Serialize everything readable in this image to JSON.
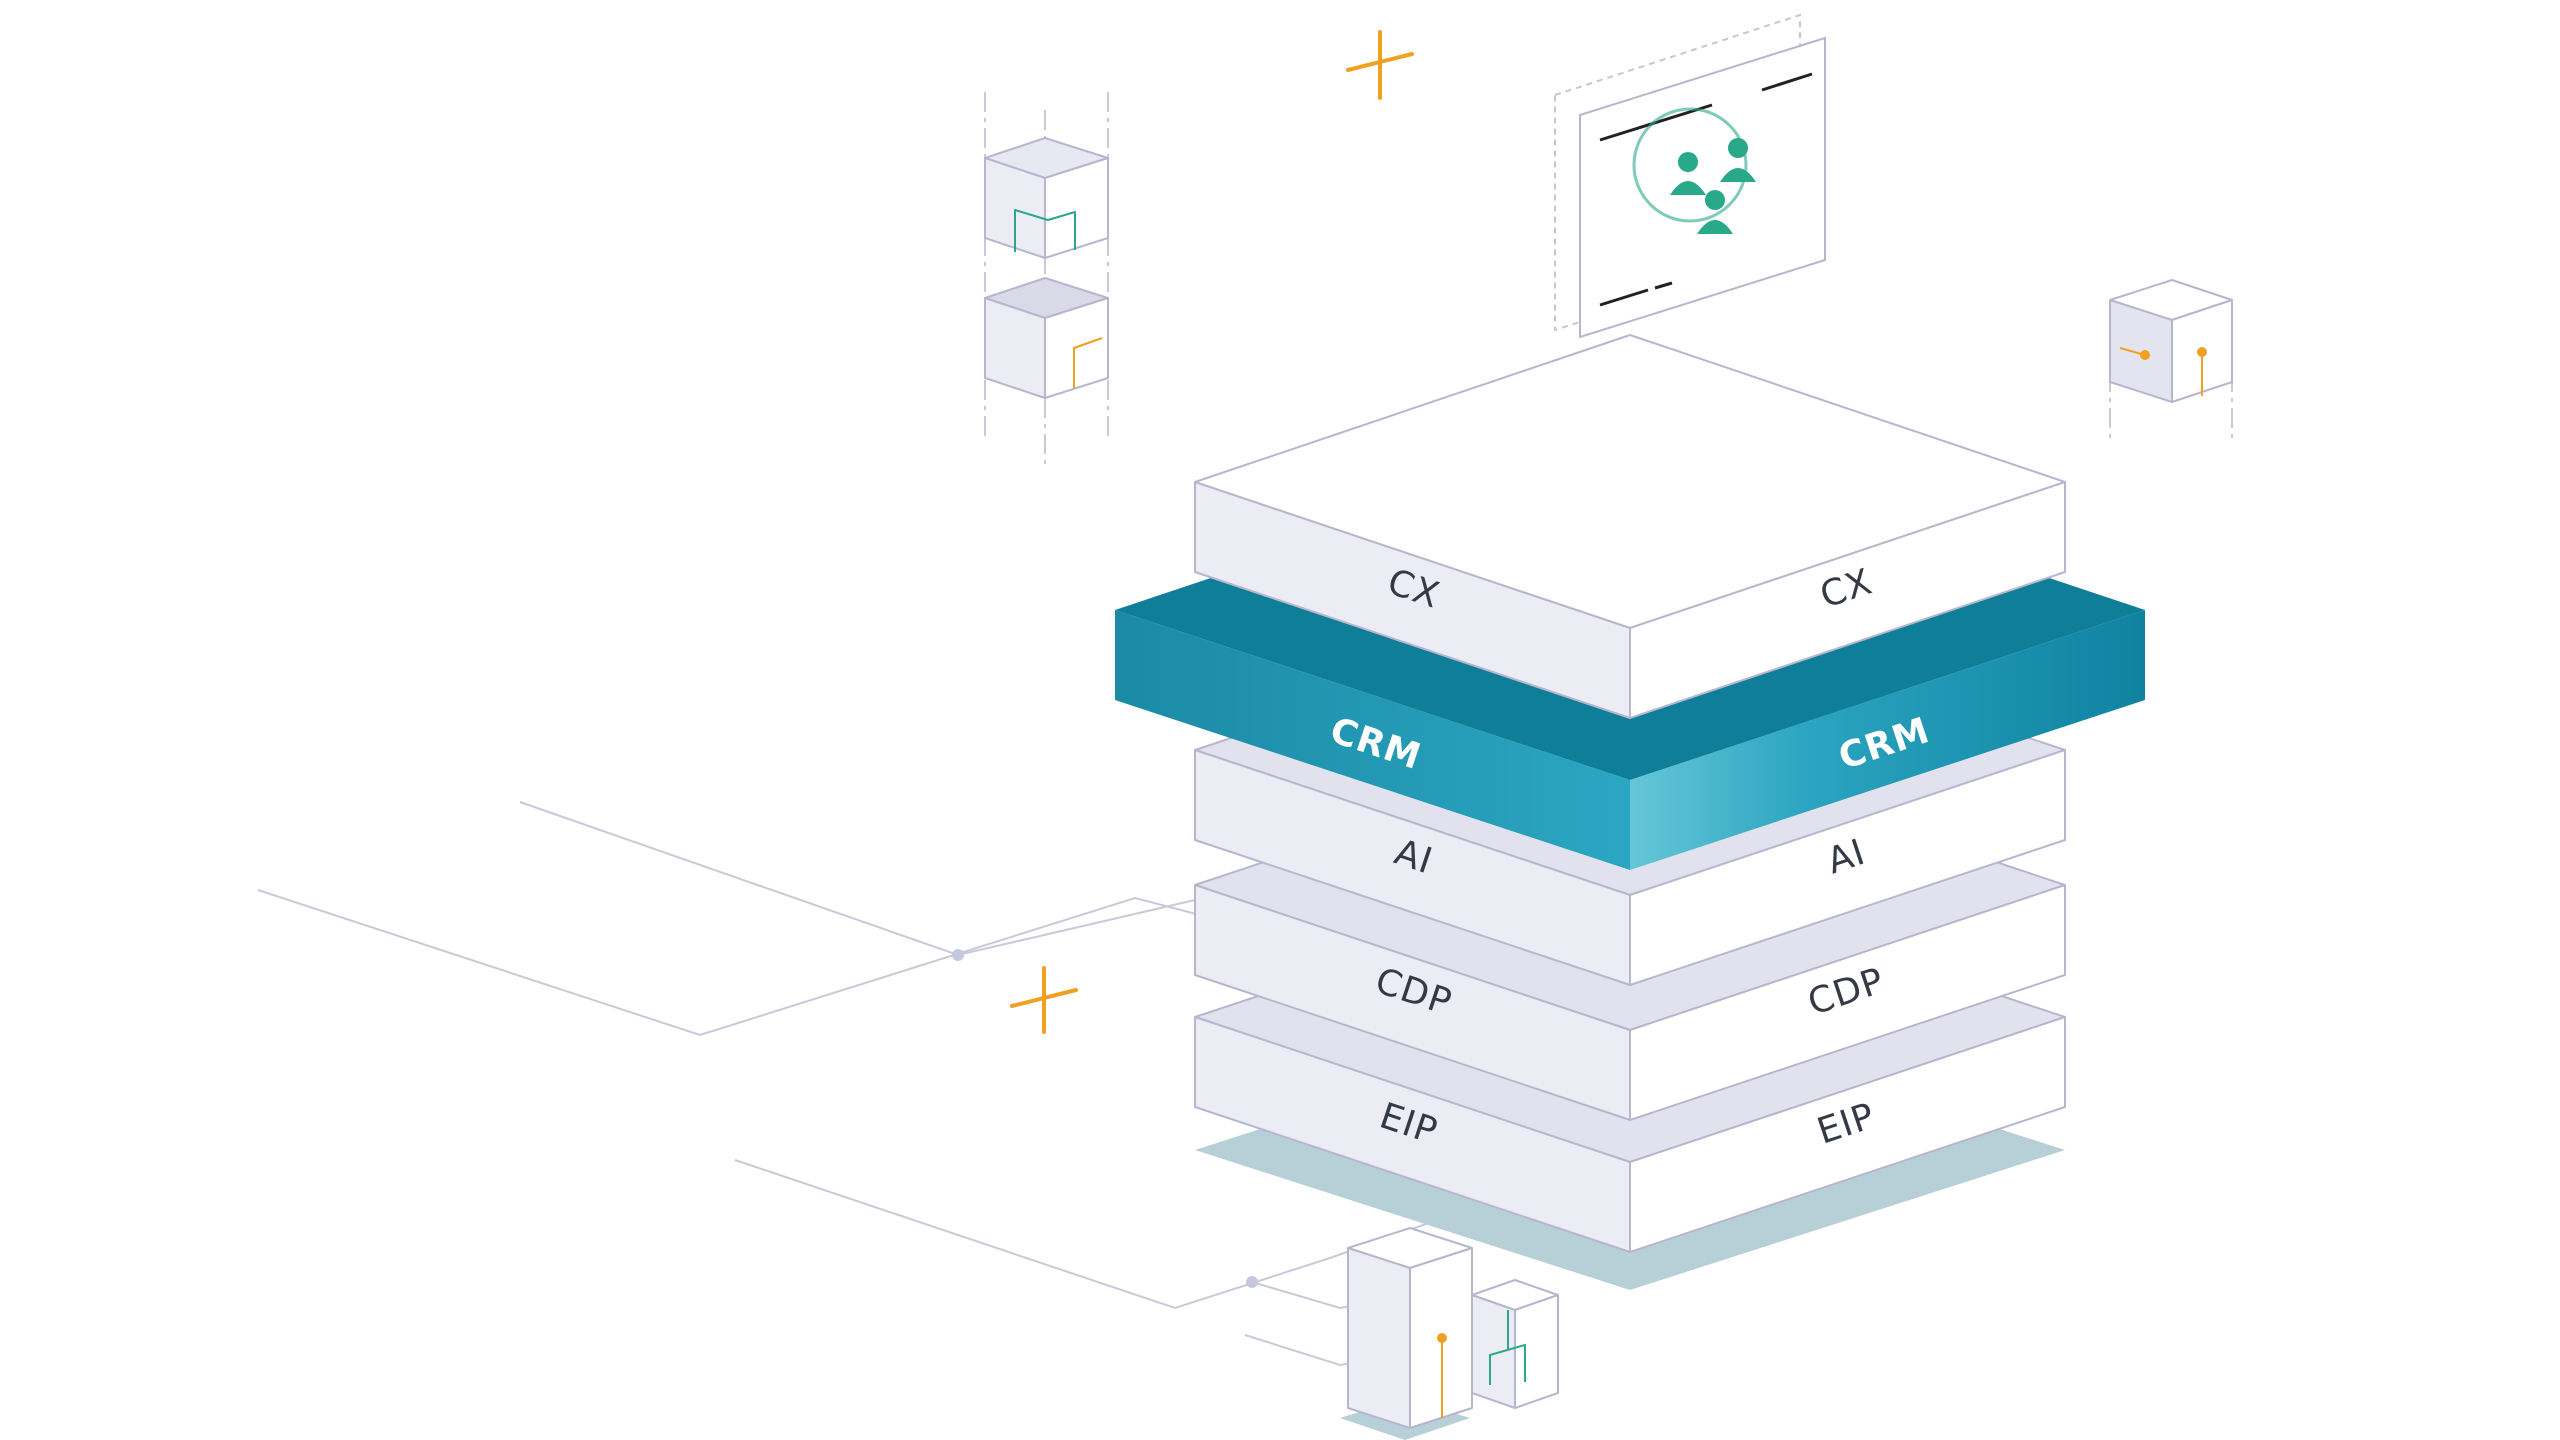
{
  "diagram": {
    "layers": [
      {
        "id": "cx",
        "left_label": "CX",
        "right_label": "CX",
        "highlight": false
      },
      {
        "id": "crm",
        "left_label": "CRM",
        "right_label": "CRM",
        "highlight": true
      },
      {
        "id": "ai",
        "left_label": "AI",
        "right_label": "AI",
        "highlight": false
      },
      {
        "id": "cdp",
        "left_label": "CDP",
        "right_label": "CDP",
        "highlight": false
      },
      {
        "id": "eip",
        "left_label": "EIP",
        "right_label": "EIP",
        "highlight": false
      }
    ],
    "icons": [
      "people-network-icon",
      "plus-icon",
      "cube-icon"
    ],
    "colors": {
      "accent_teal": "#1a8ea8",
      "accent_teal_light": "#35b2c9",
      "accent_orange": "#f0a020",
      "people_green": "#2aa98a",
      "layer_face_light": "#ececf5",
      "layer_face_white": "#ffffff",
      "layer_stroke": "#b6b6cf",
      "shadow": "#b7cfd6",
      "text_dark": "#333a45"
    }
  }
}
